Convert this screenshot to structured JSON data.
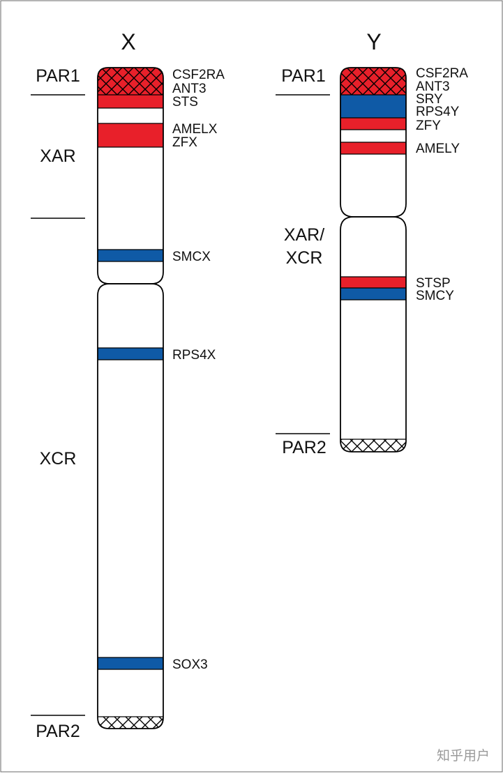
{
  "colors": {
    "red": "#e8202a",
    "blue": "#0f5aa6",
    "outline": "#000000",
    "background": "#ffffff",
    "watermark": "#9a9a9a"
  },
  "x_chromosome": {
    "title": "X",
    "regions": {
      "par1": "PAR1",
      "xar": "XAR",
      "xcr": "XCR",
      "par2": "PAR2"
    },
    "genes": {
      "csf2ra": "CSF2RA",
      "ant3": "ANT3",
      "sts": "STS",
      "amelx": "AMELX",
      "zfx": "ZFX",
      "smcx": "SMCX",
      "rps4x": "RPS4X",
      "sox3": "SOX3"
    }
  },
  "y_chromosome": {
    "title": "Y",
    "regions": {
      "par1": "PAR1",
      "xar_xcr_line1": "XAR/",
      "xar_xcr_line2": "XCR",
      "par2": "PAR2"
    },
    "genes": {
      "csf2ra": "CSF2RA",
      "ant3": "ANT3",
      "sry": "SRY",
      "rps4y": "RPS4Y",
      "zfy": "ZFY",
      "amely": "AMELY",
      "stsp": "STSP",
      "smcy": "SMCY"
    }
  },
  "watermark": "知乎用户"
}
